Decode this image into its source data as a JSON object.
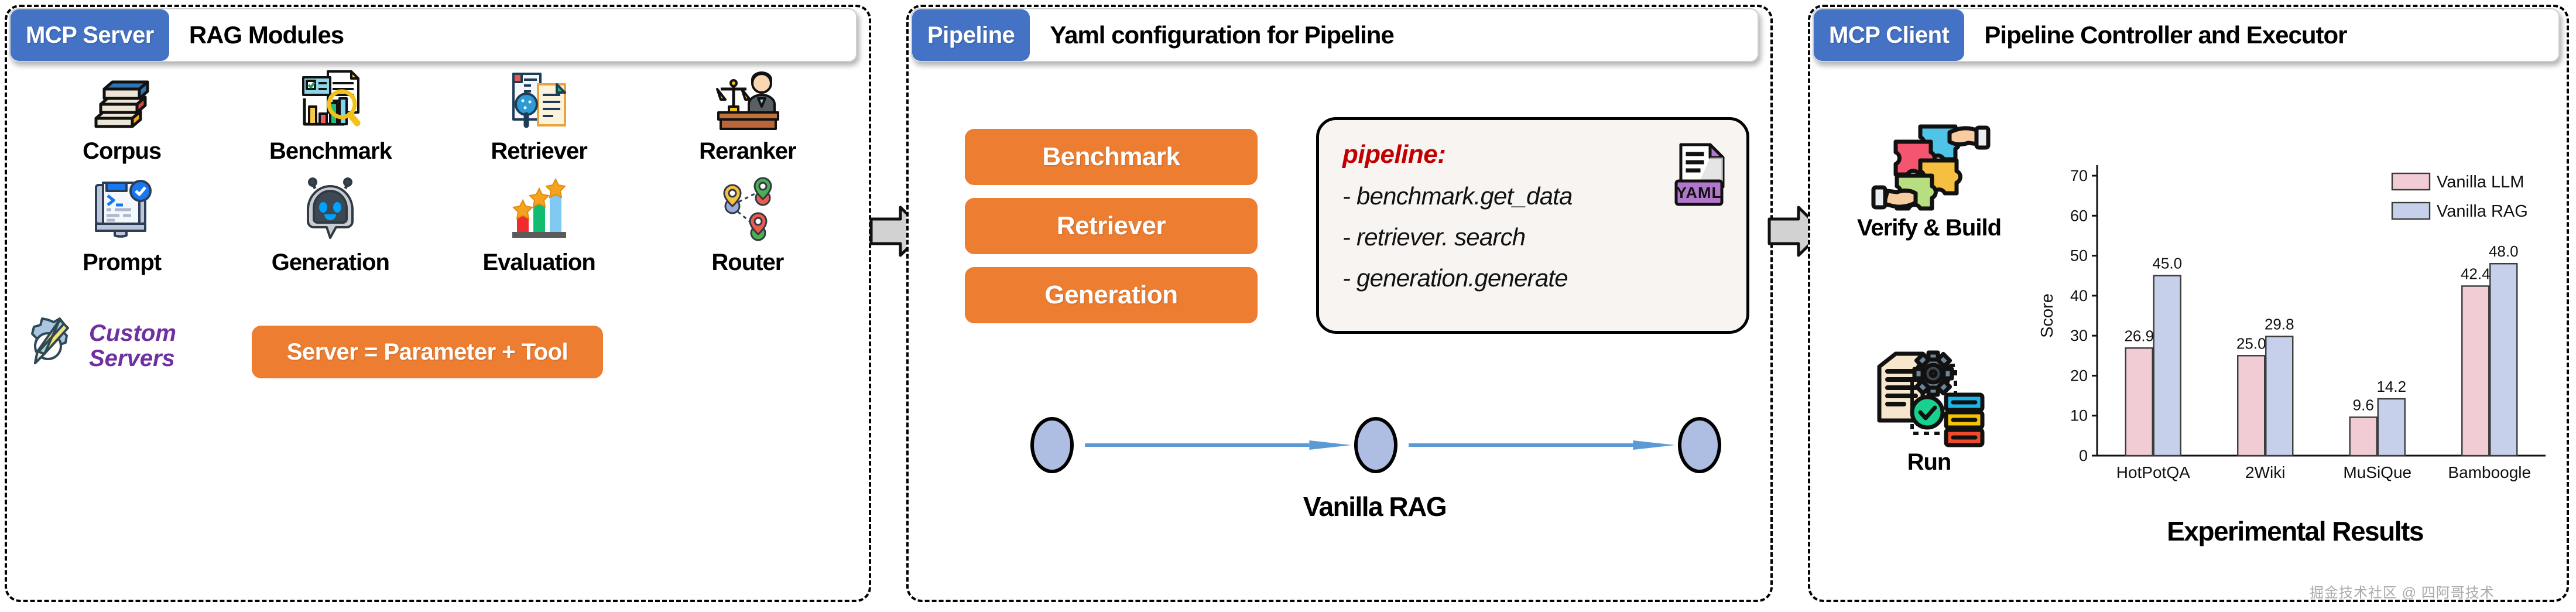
{
  "panels": {
    "server": {
      "badge": "MCP Server",
      "title": "RAG Modules",
      "modules": [
        {
          "label": "Corpus",
          "icon": "books-icon"
        },
        {
          "label": "Benchmark",
          "icon": "bar-chart-magnifier-document-icon"
        },
        {
          "label": "Retriever",
          "icon": "document-magnifier-icon"
        },
        {
          "label": "Reranker",
          "icon": "judge-scales-icon"
        },
        {
          "label": "Prompt",
          "icon": "monitor-terminal-check-icon"
        },
        {
          "label": "Generation",
          "icon": "robot-chat-icon"
        },
        {
          "label": "Evaluation",
          "icon": "bar-chart-stars-icon"
        },
        {
          "label": "Router",
          "icon": "map-pins-route-icon"
        }
      ],
      "custom_servers_label_line1": "Custom",
      "custom_servers_label_line2": "Servers",
      "custom_servers_icon": "gear-pencil-icon",
      "equation_pill": "Server = Parameter + Tool"
    },
    "pipeline": {
      "badge": "Pipeline",
      "title": "Yaml configuration for Pipeline",
      "stages": [
        "Benchmark",
        "Retriever",
        "Generation"
      ],
      "yaml": {
        "key": "pipeline:",
        "lines": [
          "- benchmark.get_data",
          "- retriever. search",
          "- generation.generate"
        ],
        "file_icon_label": "YAML",
        "file_icon": "yaml-file-icon"
      },
      "flow_caption": "Vanilla RAG",
      "flow_nodes": 3
    },
    "client": {
      "badge": "MCP Client",
      "title": "Pipeline Controller and Executor",
      "verify_build_label": "Verify & Build",
      "verify_build_icon": "puzzle-hands-icon",
      "run_label": "Run",
      "run_icon": "document-gear-check-server-icon",
      "results_label": "Experimental Results"
    }
  },
  "arrows": {
    "arrow_1_icon": "right-arrow-icon",
    "arrow_2_icon": "right-arrow-icon"
  },
  "watermark": "掘金技术社区 @ 四阿哥技术",
  "colors": {
    "badge_blue": "#4472C4",
    "stage_orange": "#ED7D31",
    "custom_purple": "#7030A0",
    "yaml_key_red": "#C00000",
    "node_blue": "#AEBEE2",
    "series_llm_pink": "#F2CCD5",
    "series_rag_blue": "#C6D0EB"
  },
  "chart_data": {
    "type": "bar",
    "title": "",
    "xlabel": "",
    "ylabel": "Score",
    "ylim": [
      0,
      70
    ],
    "yticks": [
      0,
      10,
      20,
      30,
      40,
      50,
      60,
      70
    ],
    "grid": false,
    "legend_position": "top-right",
    "categories": [
      "HotPotQA",
      "2Wiki",
      "MuSiQue",
      "Bamboogle"
    ],
    "series": [
      {
        "name": "Vanilla LLM",
        "color": "#F2CCD5",
        "values": [
          26.9,
          25.0,
          9.6,
          42.4
        ]
      },
      {
        "name": "Vanilla RAG",
        "color": "#C6D0EB",
        "values": [
          45.0,
          29.8,
          14.2,
          48.0
        ]
      }
    ],
    "value_labels": [
      [
        "26.9",
        "25.0",
        "9.6",
        "42.4"
      ],
      [
        "45.0",
        "29.8",
        "14.2",
        "48.0"
      ]
    ]
  }
}
